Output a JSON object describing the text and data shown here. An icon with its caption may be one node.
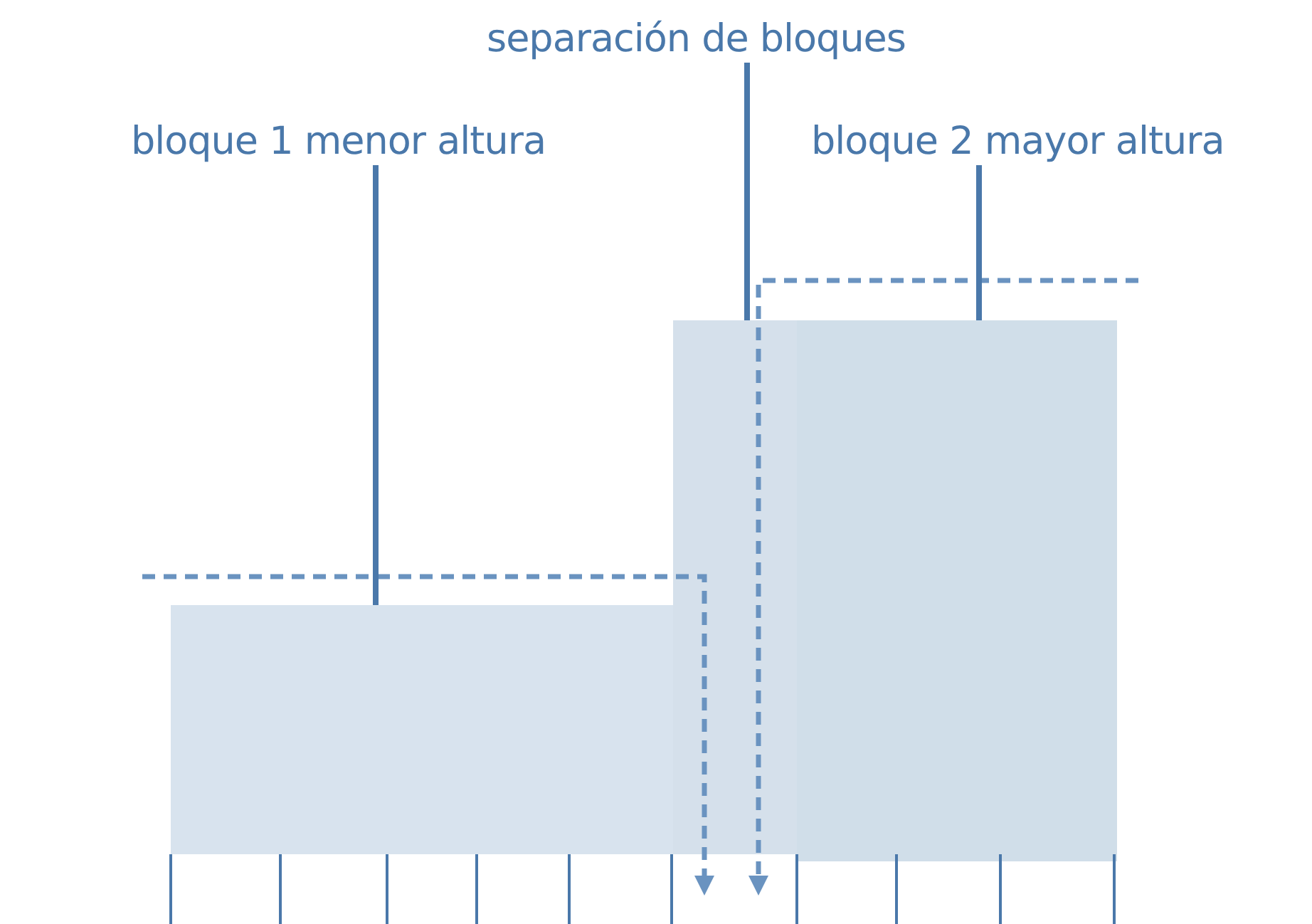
{
  "diagram": {
    "nodes": [
      {
        "text": [
          "separación de bloques"
        ]
      },
      {
        "text": [
          "bloque 1 menor altura"
        ]
      },
      {
        "text": [
          "bloque 2 mayor altura"
        ]
      },
      {
        "text": [],
        "shape": "box"
      },
      {
        "text": [],
        "shape": "box"
      },
      {
        "text": [],
        "shape": "box"
      }
    ],
    "edges": [
      {
        "from": 1,
        "to": 3,
        "arrow": "none"
      },
      {
        "from": 0,
        "to": 4,
        "arrow": "none"
      },
      {
        "from": 2,
        "to": 5,
        "arrow": "none"
      }
    ]
  }
}
